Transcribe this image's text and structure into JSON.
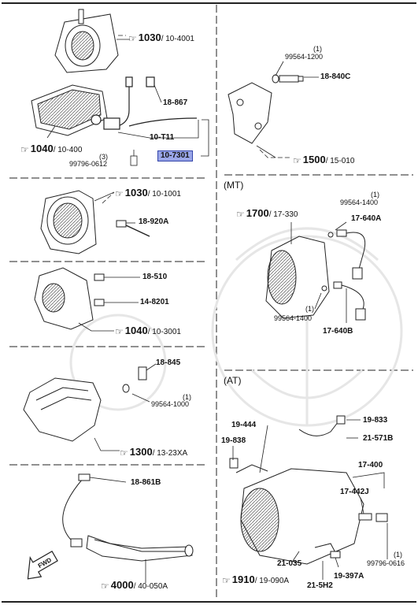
{
  "sections": {
    "mt": "(MT)",
    "at": "(AT)"
  },
  "refs": [
    {
      "num": "1030",
      "sub": "10-4001"
    },
    {
      "num": "1040",
      "sub": "10-400"
    },
    {
      "num": "1500",
      "sub": "15-010"
    },
    {
      "num": "1030",
      "sub": "10-1001"
    },
    {
      "num": "1700",
      "sub": "17-330"
    },
    {
      "num": "1040",
      "sub": "10-3001"
    },
    {
      "num": "1300",
      "sub": "13-23XA"
    },
    {
      "num": "4000",
      "sub": "40-050A"
    },
    {
      "num": "1910",
      "sub": "19-090A"
    }
  ],
  "parts": {
    "p18_867": "18-867",
    "p10_t11": "10-T11",
    "p10_7301": "10-7301",
    "p99796_0612": "99796-0612",
    "q3": "(3)",
    "p99564_1200": "99564-1200",
    "q1a": "(1)",
    "p18_840c": "18-840C",
    "p18_920a": "18-920A",
    "p99564_1400a": "99564-1400",
    "q1b": "(1)",
    "p17_640a": "17-640A",
    "p99564_1400b": "99564-1400",
    "q1c": "(1)",
    "p17_640b": "17-640B",
    "p18_510": "18-510",
    "p14_8201": "14-8201",
    "p18_845": "18-845",
    "p99564_1000": "99564-1000",
    "q1d": "(1)",
    "p18_861b": "18-861B",
    "fwd": "FWD",
    "p19_444": "19-444",
    "p19_838": "19-838",
    "p19_833": "19-833",
    "p21_571b": "21-571B",
    "p17_400": "17-400",
    "p17_442j": "17-442J",
    "p99796_0616": "99796-0616",
    "q1e": "(1)",
    "p21_035": "21-035",
    "p21_5h2": "21-5H2",
    "p19_397a": "19-397A"
  }
}
